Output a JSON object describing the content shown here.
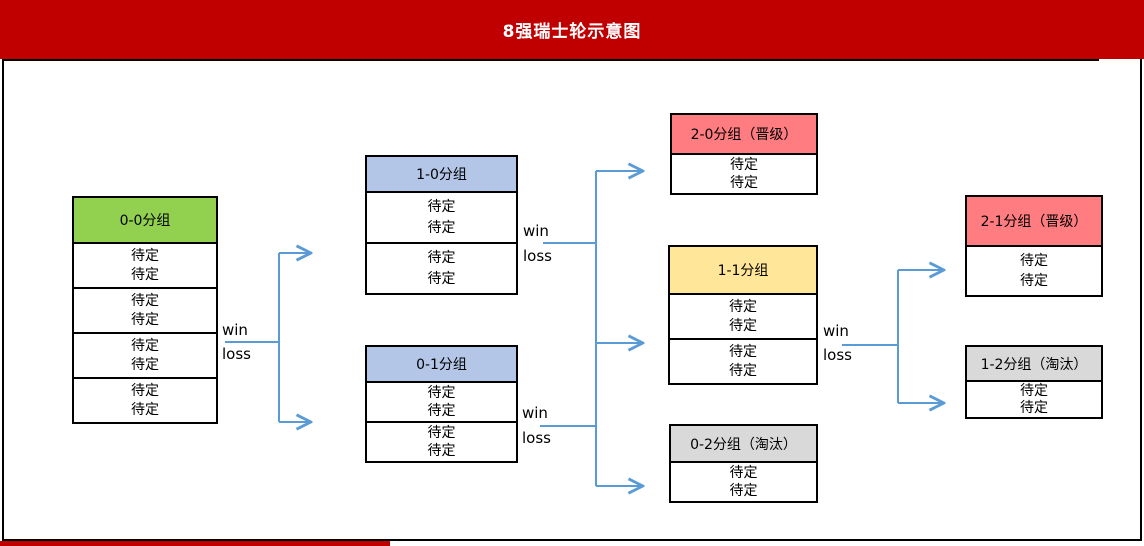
{
  "title": "8强瑞士轮示意图",
  "labels": {
    "pending": "待定",
    "win": "win",
    "loss": "loss"
  },
  "colors": {
    "banner": "#c00000",
    "green": "#92d050",
    "blue": "#b4c6e7",
    "yellow": "#ffe699",
    "salmon": "#ff7c80",
    "gray": "#d9d9d9",
    "arrow": "#5b9bd5",
    "border": "#000000"
  },
  "groups": [
    {
      "label": "0-0分组",
      "color": "green",
      "match_slots": 8
    },
    {
      "label": "1-0分组",
      "color": "blue",
      "match_slots": 4
    },
    {
      "label": "0-1分组",
      "color": "blue",
      "match_slots": 4
    },
    {
      "label": "2-0分组（晋级）",
      "color": "salmon",
      "match_slots": 2
    },
    {
      "label": "1-1分组",
      "color": "yellow",
      "match_slots": 4
    },
    {
      "label": "0-2分组（淘汰）",
      "color": "gray",
      "match_slots": 2
    },
    {
      "label": "2-1分组（晋级）",
      "color": "salmon",
      "match_slots": 2
    },
    {
      "label": "1-2分组（淘汰）",
      "color": "gray",
      "match_slots": 2
    }
  ]
}
